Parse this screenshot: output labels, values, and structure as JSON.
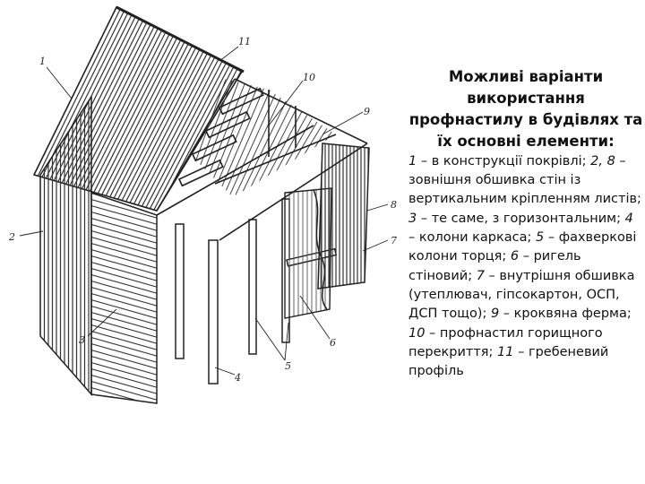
{
  "caption": {
    "title": "Можливі варіанти використання профнастилу в будівлях та їх основні елементи:",
    "items": [
      {
        "num": "1",
        "text": "в конструкції покрівлі;"
      },
      {
        "num": "2, 8",
        "text": "зовнішня обшивка стін із вертикальним кріпленням листів;"
      },
      {
        "num": "3",
        "text": "те саме, з горизонтальним;"
      },
      {
        "num": "4",
        "text": "колони каркаса;"
      },
      {
        "num": "5",
        "text": "фахверкові колони торця;"
      },
      {
        "num": "6",
        "text": "ригель стіновий;"
      },
      {
        "num": "7",
        "text": "внутрішня обшивка (утеплювач, гіпсокартон, ОСП, ДСП тощо);"
      },
      {
        "num": "9",
        "text": "кроквяна ферма;"
      },
      {
        "num": "10",
        "text": "профнастил горищного перекриття;"
      },
      {
        "num": "11",
        "text": "гребеневий профіль"
      }
    ]
  },
  "figure": {
    "callouts": [
      "1",
      "2",
      "3",
      "4",
      "5",
      "6",
      "7",
      "8",
      "9",
      "10",
      "11"
    ]
  }
}
